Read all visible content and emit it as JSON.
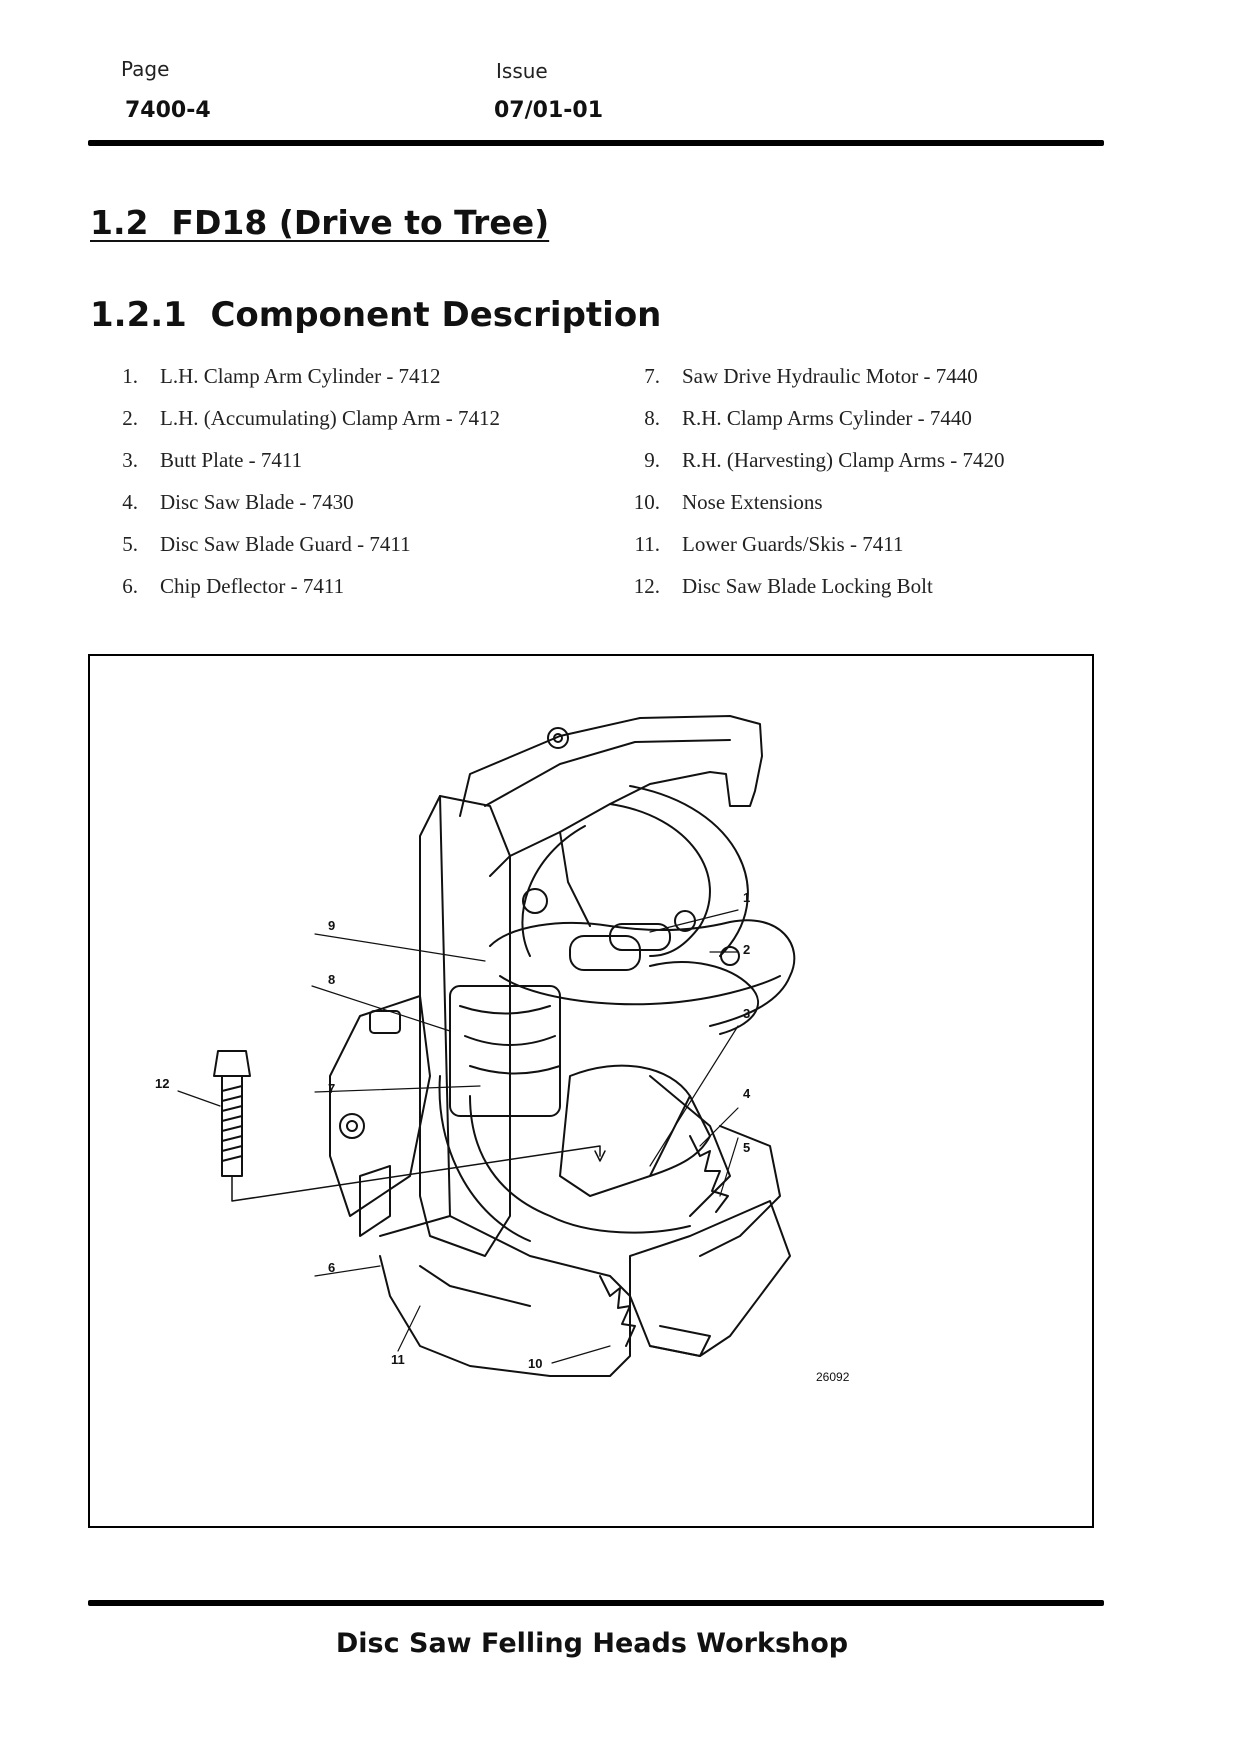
{
  "header": {
    "page_label": "Page",
    "page_value": "7400-4",
    "issue_label": "Issue",
    "issue_value": "07/01-01"
  },
  "section": {
    "title": "1.2  FD18 (Drive to Tree)"
  },
  "subsection": {
    "title": "1.2.1  Component Description"
  },
  "components_left": [
    {
      "num": "1.",
      "text": "L.H. Clamp Arm Cylinder - 7412"
    },
    {
      "num": "2.",
      "text": "L.H. (Accumulating) Clamp Arm - 7412"
    },
    {
      "num": "3.",
      "text": "Butt Plate - 7411"
    },
    {
      "num": "4.",
      "text": "Disc Saw Blade - 7430"
    },
    {
      "num": "5.",
      "text": "Disc Saw Blade Guard - 7411"
    },
    {
      "num": "6.",
      "text": "Chip Deflector - 7411"
    }
  ],
  "components_right": [
    {
      "num": "7.",
      "text": "Saw Drive Hydraulic Motor - 7440"
    },
    {
      "num": "8.",
      "text": "R.H. Clamp Arms Cylinder - 7440"
    },
    {
      "num": "9.",
      "text": "R.H. (Harvesting) Clamp Arms - 7420"
    },
    {
      "num": "10.",
      "text": "Nose Extensions"
    },
    {
      "num": "11.",
      "text": "Lower Guards/Skis - 7411"
    },
    {
      "num": "12.",
      "text": "Disc Saw Blade Locking Bolt"
    }
  ],
  "figure": {
    "callouts": [
      "1",
      "2",
      "3",
      "4",
      "5",
      "6",
      "7",
      "8",
      "9",
      "10",
      "11",
      "12"
    ],
    "figure_number": "26092"
  },
  "footer": {
    "text": "Disc Saw Felling Heads Workshop"
  }
}
